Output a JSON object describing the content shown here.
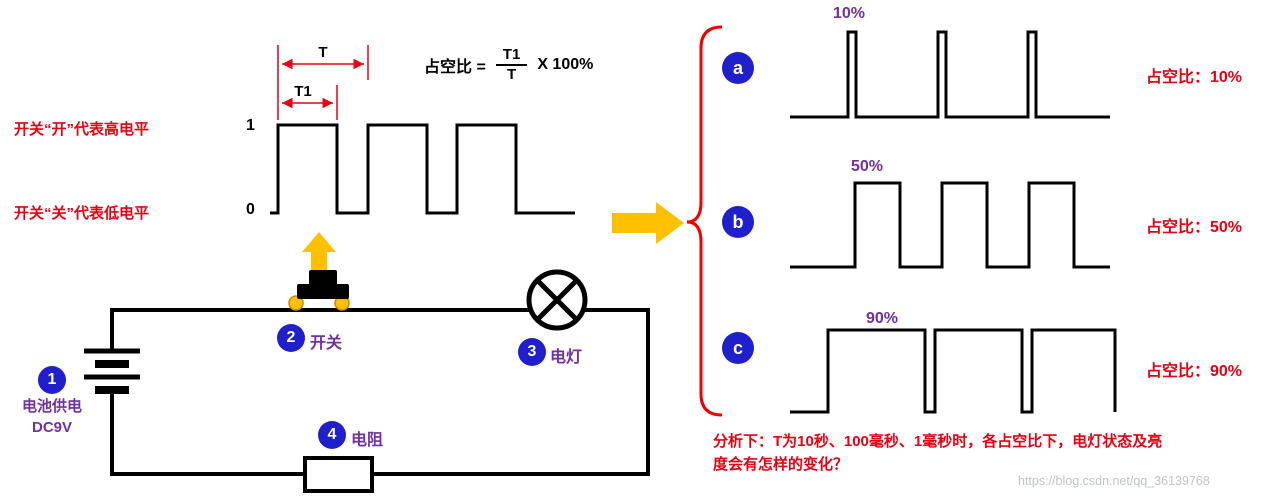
{
  "waveform_panel": {
    "high_label": "开关“开”代表高电平",
    "high_value": "1",
    "low_label": "开关“关”代表低电平",
    "low_value": "0",
    "t_label": "T",
    "t1_label": "T1",
    "formula_lhs": "占空比 =",
    "formula_numerator": "T1",
    "formula_denominator": "T",
    "formula_suffix": "X 100%"
  },
  "circuit": {
    "battery": {
      "num": "1",
      "label_line1": "电池供电",
      "label_line2": "DC9V"
    },
    "switch": {
      "num": "2",
      "label": "开关"
    },
    "lamp": {
      "num": "3",
      "label": "电灯"
    },
    "resistor": {
      "num": "4",
      "label": "电阻"
    }
  },
  "duty_rows": [
    {
      "id": "a",
      "percent_label": "10%",
      "duty_text": "占空比：10%",
      "duty_value": 10
    },
    {
      "id": "b",
      "percent_label": "50%",
      "duty_text": "占空比：50%",
      "duty_value": 50
    },
    {
      "id": "c",
      "percent_label": "90%",
      "duty_text": "占空比：90%",
      "duty_value": 90
    }
  ],
  "analysis": {
    "line1": "分析下：T为10秒、100毫秒、1毫秒时，各占空比下，电灯状态及亮",
    "line2": "度会有怎样的变化？"
  },
  "watermark": "https://blog.csdn.net/qq_36139768",
  "colors": {
    "red_text": "#e60012",
    "purple_text": "#7030a0",
    "blue_badge": "#1f1fcb",
    "yellow_accent": "#ffc000",
    "line_black": "#000000",
    "brace_red": "#f00000"
  }
}
